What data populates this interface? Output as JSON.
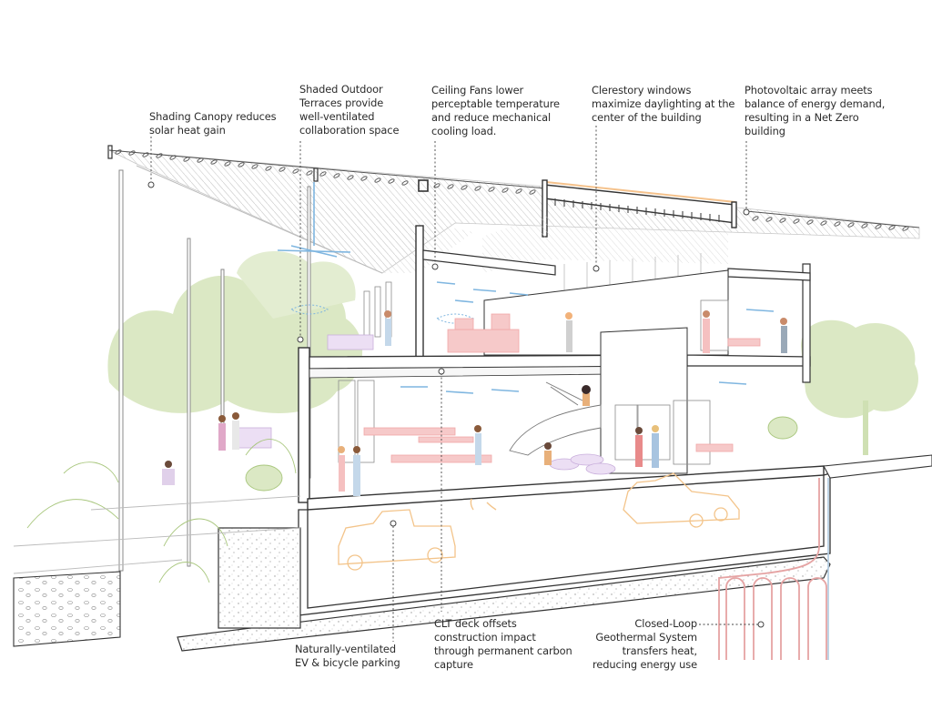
{
  "diagram": {
    "type": "architectural-section",
    "subject": "Net Zero building cross-section with sustainability features",
    "colors": {
      "line": "#3a3a3a",
      "light_line": "#b9b9b9",
      "vegetation": "#dbe8c4",
      "vegetation_line": "#a9c77e",
      "furniture": "#f0a7a7",
      "fans": "#7fb6e0",
      "vehicles": "#f3c48a",
      "geothermal_warm": "#e5a3a3",
      "geothermal_cool": "#b7cfe4",
      "pv_highlight": "#f5c28c",
      "purple_furniture": "#d6b9e6"
    }
  },
  "callouts": [
    {
      "id": "shading-canopy",
      "text": "Shading Canopy reduces\nsolar heat gain"
    },
    {
      "id": "outdoor-terraces",
      "text": "Shaded Outdoor\nTerraces provide\nwell-ventilated\ncollaboration space"
    },
    {
      "id": "ceiling-fans",
      "text": "Ceiling Fans lower\nperceptable temperature\nand reduce mechanical\ncooling load."
    },
    {
      "id": "clerestory",
      "text": "Clerestory windows\nmaximize daylighting at the\ncenter of the building"
    },
    {
      "id": "photovoltaic",
      "text": "Photovoltaic array meets\nbalance of energy demand,\nresulting in a Net Zero\nbuilding"
    },
    {
      "id": "parking",
      "text": "Naturally-ventilated\nEV & bicycle parking"
    },
    {
      "id": "clt-deck",
      "text": "CLT deck offsets\nconstruction impact\nthrough permanent carbon\ncapture"
    },
    {
      "id": "geothermal",
      "text": "Closed-Loop\nGeothermal System\ntransfers heat,\nreducing energy use"
    }
  ]
}
